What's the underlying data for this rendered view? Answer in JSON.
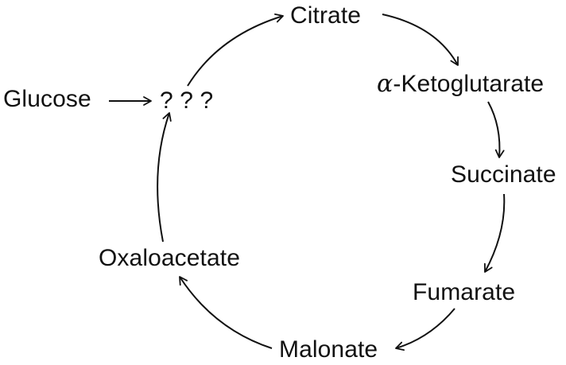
{
  "diagram": {
    "nodes": {
      "glucose": "Glucose",
      "unknown": "? ? ?",
      "citrate": "Citrate",
      "ketoglutarate_prefix": "α",
      "ketoglutarate": "-Ketoglutarate",
      "succinate": "Succinate",
      "fumarate": "Fumarate",
      "malonate": "Malonate",
      "oxaloacetate": "Oxaloacetate"
    },
    "edges": [
      {
        "from": "Glucose",
        "to": "? ? ?"
      },
      {
        "from": "? ? ?",
        "to": "Citrate"
      },
      {
        "from": "Citrate",
        "to": "α-Ketoglutarate"
      },
      {
        "from": "α-Ketoglutarate",
        "to": "Succinate"
      },
      {
        "from": "Succinate",
        "to": "Fumarate"
      },
      {
        "from": "Fumarate",
        "to": "Malonate"
      },
      {
        "from": "Malonate",
        "to": "Oxaloacetate"
      },
      {
        "from": "Oxaloacetate",
        "to": "? ? ?"
      }
    ],
    "colors": {
      "ink": "#111111",
      "background": "#ffffff"
    }
  }
}
